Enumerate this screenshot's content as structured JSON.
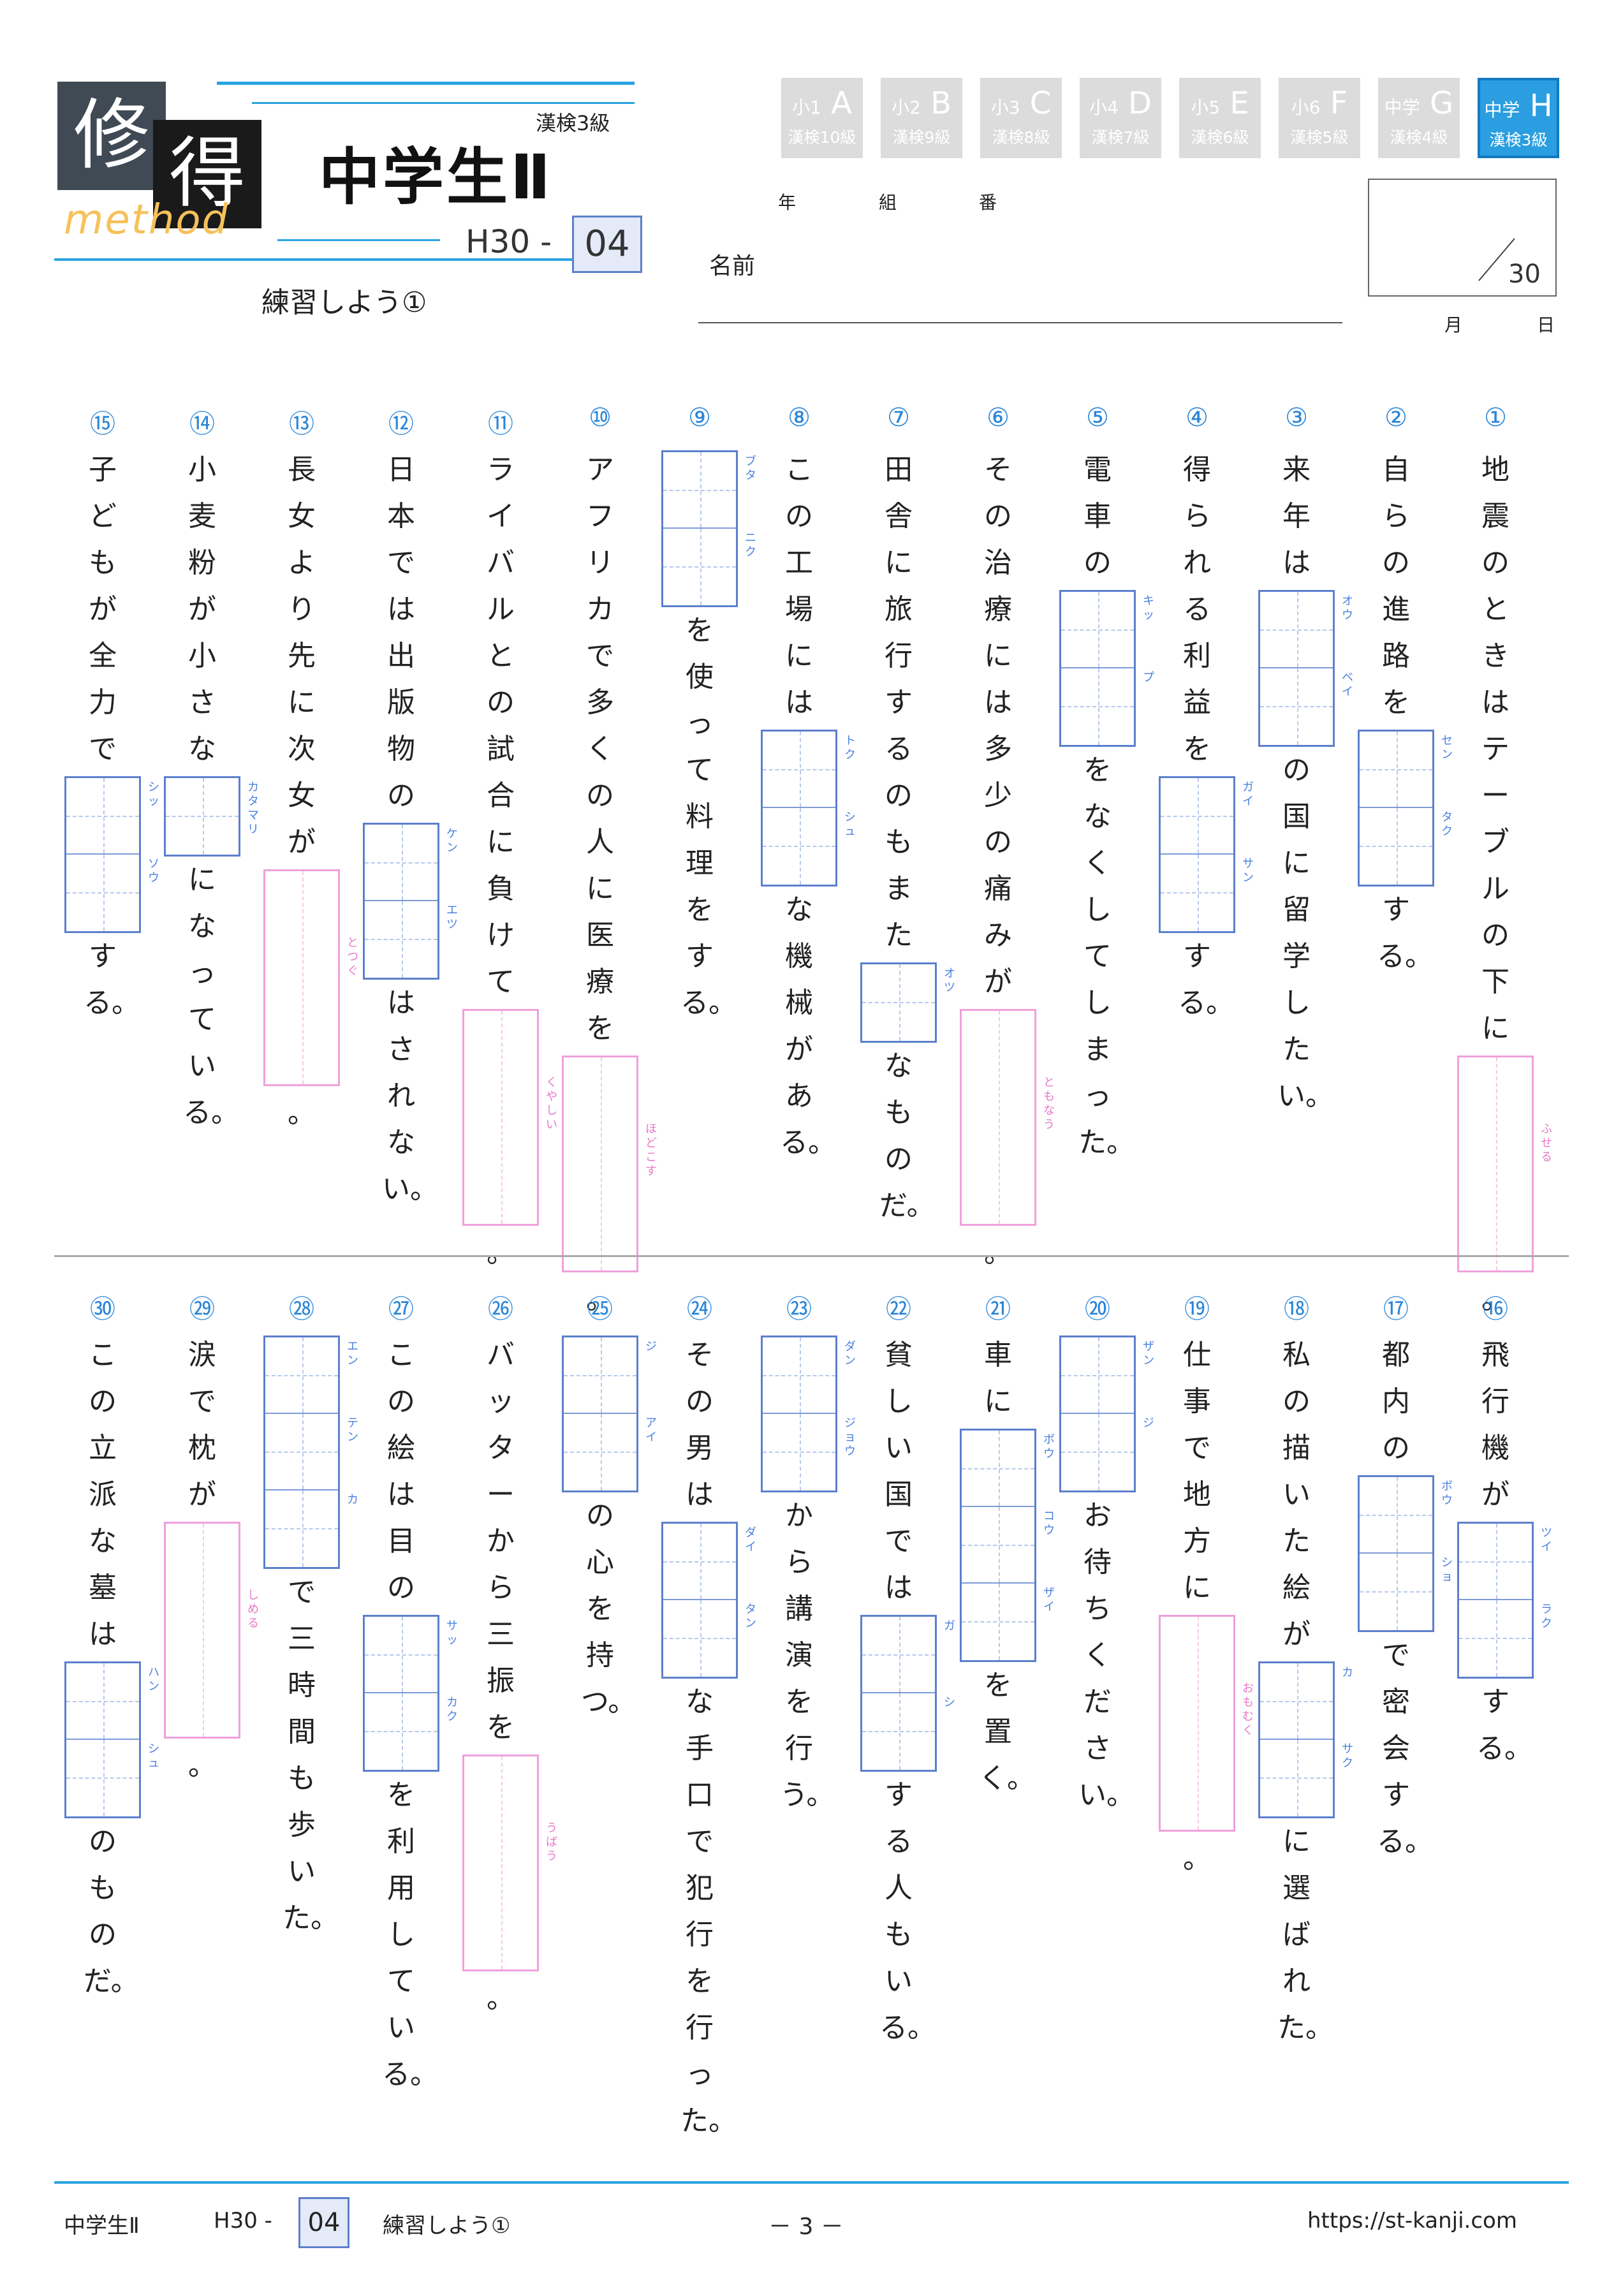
{
  "header": {
    "logo": {
      "char1": "修",
      "char2": "得",
      "sub": "method"
    },
    "level": "漢検3級",
    "title": "中学生Ⅱ",
    "code_prefix": "H30 -",
    "code_number": "04",
    "subtitle": "練習しよう①"
  },
  "grades": [
    {
      "school": "小1",
      "letter": "A",
      "kanken": "漢検10級",
      "active": false
    },
    {
      "school": "小2",
      "letter": "B",
      "kanken": "漢検9級",
      "active": false
    },
    {
      "school": "小3",
      "letter": "C",
      "kanken": "漢検8級",
      "active": false
    },
    {
      "school": "小4",
      "letter": "D",
      "kanken": "漢検7級",
      "active": false
    },
    {
      "school": "小5",
      "letter": "E",
      "kanken": "漢検6級",
      "active": false
    },
    {
      "school": "小6",
      "letter": "F",
      "kanken": "漢検5級",
      "active": false
    },
    {
      "school": "中学",
      "letter": "G",
      "kanken": "漢検4級",
      "active": false
    },
    {
      "school": "中学",
      "letter": "H",
      "kanken": "漢検3級",
      "active": true
    }
  ],
  "student": {
    "year": "年",
    "class": "組",
    "number": "番",
    "name": "名前"
  },
  "score": {
    "total": "30",
    "month": "月",
    "day": "日"
  },
  "questions": [
    {
      "num": "①",
      "parts": [
        {
          "t": "text",
          "v": "地震のときはテーブルの下に"
        },
        {
          "t": "hira",
          "furi": "ふせる",
          "size": 2
        },
        {
          "t": "text",
          "v": "。"
        }
      ]
    },
    {
      "num": "②",
      "parts": [
        {
          "t": "text",
          "v": "自らの進路を"
        },
        {
          "t": "kanji",
          "furi": [
            "セン",
            "タク"
          ]
        },
        {
          "t": "text",
          "v": "する。"
        }
      ]
    },
    {
      "num": "③",
      "parts": [
        {
          "t": "text",
          "v": "来年は"
        },
        {
          "t": "kanji",
          "furi": [
            "オウ",
            "ベイ"
          ]
        },
        {
          "t": "text",
          "v": "の国に留学したい。"
        }
      ]
    },
    {
      "num": "④",
      "parts": [
        {
          "t": "text",
          "v": "得られる利益を"
        },
        {
          "t": "kanji",
          "furi": [
            "ガイ",
            "サン"
          ]
        },
        {
          "t": "text",
          "v": "する。"
        }
      ]
    },
    {
      "num": "⑤",
      "parts": [
        {
          "t": "text",
          "v": "電車の"
        },
        {
          "t": "kanji",
          "furi": [
            "キッ",
            "プ"
          ]
        },
        {
          "t": "text",
          "v": "をなくしてしまった。"
        }
      ]
    },
    {
      "num": "⑥",
      "parts": [
        {
          "t": "text",
          "v": "その治療には多少の痛みが"
        },
        {
          "t": "hira",
          "furi": "ともなう",
          "size": 2
        },
        {
          "t": "text",
          "v": "。"
        }
      ]
    },
    {
      "num": "⑦",
      "parts": [
        {
          "t": "text",
          "v": "田舎に旅行するのもまた"
        },
        {
          "t": "kanji",
          "furi": [
            "オツ"
          ]
        },
        {
          "t": "text",
          "v": "なものだ。"
        }
      ]
    },
    {
      "num": "⑧",
      "parts": [
        {
          "t": "text",
          "v": "この工場には"
        },
        {
          "t": "kanji",
          "furi": [
            "トク",
            "シュ"
          ]
        },
        {
          "t": "text",
          "v": "な機械がある。"
        }
      ]
    },
    {
      "num": "⑨",
      "parts": [
        {
          "t": "kanji",
          "furi": [
            "ブタ",
            "ニク"
          ]
        },
        {
          "t": "text",
          "v": "を使って料理をする。"
        }
      ]
    },
    {
      "num": "⑩",
      "parts": [
        {
          "t": "text",
          "v": "アフリカで多くの人に医療を"
        },
        {
          "t": "hira",
          "furi": "ほどこす",
          "size": 2
        },
        {
          "t": "text",
          "v": "。"
        }
      ]
    },
    {
      "num": "⑪",
      "parts": [
        {
          "t": "text",
          "v": "ライバルとの試合に負けて"
        },
        {
          "t": "hira",
          "furi": "くやしい",
          "size": 2
        },
        {
          "t": "text",
          "v": "。"
        }
      ]
    },
    {
      "num": "⑫",
      "parts": [
        {
          "t": "text",
          "v": "日本では出版物の"
        },
        {
          "t": "kanji",
          "furi": [
            "ケン",
            "エツ"
          ]
        },
        {
          "t": "text",
          "v": "はされない。"
        }
      ]
    },
    {
      "num": "⑬",
      "parts": [
        {
          "t": "text",
          "v": "長女より先に次女が"
        },
        {
          "t": "hira",
          "furi": "とつぐ",
          "size": 2
        },
        {
          "t": "text",
          "v": "。"
        }
      ]
    },
    {
      "num": "⑭",
      "parts": [
        {
          "t": "text",
          "v": "小麦粉が小さな"
        },
        {
          "t": "kanji",
          "furi": [
            "カタマリ"
          ]
        },
        {
          "t": "text",
          "v": "になっている。"
        }
      ]
    },
    {
      "num": "⑮",
      "parts": [
        {
          "t": "text",
          "v": "子どもが全力で"
        },
        {
          "t": "kanji",
          "furi": [
            "シッ",
            "ソウ"
          ]
        },
        {
          "t": "text",
          "v": "する。"
        }
      ]
    },
    {
      "num": "⑯",
      "parts": [
        {
          "t": "text",
          "v": "飛行機が"
        },
        {
          "t": "kanji",
          "furi": [
            "ツイ",
            "ラク"
          ]
        },
        {
          "t": "text",
          "v": "する。"
        }
      ]
    },
    {
      "num": "⑰",
      "parts": [
        {
          "t": "text",
          "v": "都内の"
        },
        {
          "t": "kanji",
          "furi": [
            "ボウ",
            "ショ"
          ]
        },
        {
          "t": "text",
          "v": "で密会する。"
        }
      ]
    },
    {
      "num": "⑱",
      "parts": [
        {
          "t": "text",
          "v": "私の描いた絵が"
        },
        {
          "t": "kanji",
          "furi": [
            "カ",
            "サク"
          ]
        },
        {
          "t": "text",
          "v": "に選ばれた。"
        }
      ]
    },
    {
      "num": "⑲",
      "parts": [
        {
          "t": "text",
          "v": "仕事で地方に"
        },
        {
          "t": "hira",
          "furi": "おもむく",
          "size": 2
        },
        {
          "t": "text",
          "v": "。"
        }
      ]
    },
    {
      "num": "⑳",
      "parts": [
        {
          "t": "kanji",
          "furi": [
            "ザン",
            "ジ"
          ]
        },
        {
          "t": "text",
          "v": "お待ちください。"
        }
      ]
    },
    {
      "num": "㉑",
      "parts": [
        {
          "t": "text",
          "v": "車に"
        },
        {
          "t": "kanji",
          "furi": [
            "ボウ",
            "コウ",
            "ザイ"
          ]
        },
        {
          "t": "text",
          "v": "を置く。"
        }
      ]
    },
    {
      "num": "㉒",
      "parts": [
        {
          "t": "text",
          "v": "貧しい国では"
        },
        {
          "t": "kanji",
          "furi": [
            "ガ",
            "シ"
          ]
        },
        {
          "t": "text",
          "v": "する人もいる。"
        }
      ]
    },
    {
      "num": "㉓",
      "parts": [
        {
          "t": "kanji",
          "furi": [
            "ダン",
            "ジョウ"
          ]
        },
        {
          "t": "text",
          "v": "から講演を行う。"
        }
      ]
    },
    {
      "num": "㉔",
      "parts": [
        {
          "t": "text",
          "v": "その男は"
        },
        {
          "t": "kanji",
          "furi": [
            "ダイ",
            "タン"
          ]
        },
        {
          "t": "text",
          "v": "な手口で犯行を行った。"
        }
      ]
    },
    {
      "num": "㉕",
      "parts": [
        {
          "t": "kanji",
          "furi": [
            "ジ",
            "アイ"
          ]
        },
        {
          "t": "text",
          "v": "の心を持つ。"
        }
      ]
    },
    {
      "num": "㉖",
      "parts": [
        {
          "t": "text",
          "v": "バッターから三振を"
        },
        {
          "t": "hira",
          "furi": "うばう",
          "size": 2
        },
        {
          "t": "text",
          "v": "。"
        }
      ]
    },
    {
      "num": "㉗",
      "parts": [
        {
          "t": "text",
          "v": "この絵は目の"
        },
        {
          "t": "kanji",
          "furi": [
            "サッ",
            "カク"
          ]
        },
        {
          "t": "text",
          "v": "を利用している。"
        }
      ]
    },
    {
      "num": "㉘",
      "parts": [
        {
          "t": "kanji",
          "furi": [
            "エン",
            "テン",
            "カ"
          ]
        },
        {
          "t": "text",
          "v": "で三時間も歩いた。"
        }
      ]
    },
    {
      "num": "㉙",
      "parts": [
        {
          "t": "text",
          "v": "涙で枕が"
        },
        {
          "t": "hira",
          "furi": "しめる",
          "size": 2
        },
        {
          "t": "text",
          "v": "。"
        }
      ]
    },
    {
      "num": "㉚",
      "parts": [
        {
          "t": "text",
          "v": "この立派な墓は"
        },
        {
          "t": "kanji",
          "furi": [
            "ハン",
            "シュ"
          ]
        },
        {
          "t": "text",
          "v": "のものだ。"
        }
      ]
    }
  ],
  "footer": {
    "title": "中学生Ⅱ",
    "code_prefix": "H30 -",
    "code_number": "04",
    "subtitle": "練習しよう①",
    "page": "－ 3 －",
    "url": "https://st-kanji.com"
  }
}
